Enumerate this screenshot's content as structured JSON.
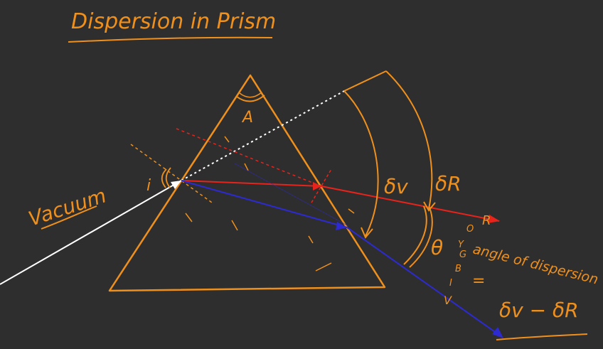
{
  "title": "Dispersion in Prism",
  "labels": {
    "apex_angle": "A",
    "incidence_angle": "i",
    "medium": "Vacuum",
    "violet_deviation": "δv",
    "red_deviation": "δR",
    "red_ray": "R",
    "violet_ray": "V",
    "theta": "θ",
    "angle_of_dispersion": "angle of dispersion",
    "equation_left": "=",
    "equation_right": "δv − δR",
    "spectrum_letters": [
      "O",
      "Y",
      "G",
      "B",
      "I"
    ]
  },
  "colors": {
    "background": "#2e2e2e",
    "ink_orange": "#f0901c",
    "ray_white": "#ffffff",
    "ray_red": "#e8231c",
    "ray_violet": "#2c2ad0"
  }
}
